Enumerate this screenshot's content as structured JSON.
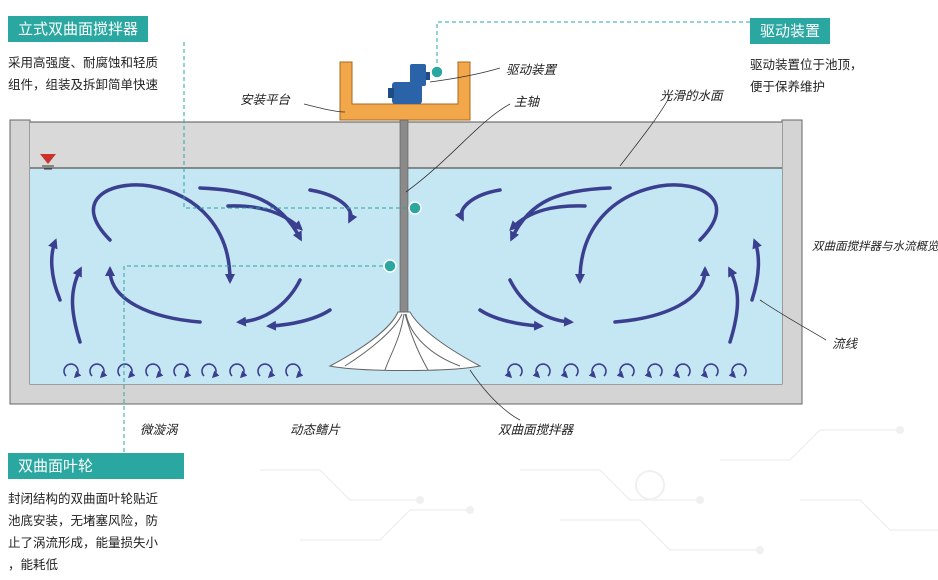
{
  "diagram_title": "双曲面搅拌器与水流概览图",
  "callouts": {
    "top_left": {
      "title": "立式双曲面搅拌器",
      "lines": [
        "采用高强度、耐腐蚀和轻质",
        "组件，组装及拆卸简单快速"
      ]
    },
    "top_right": {
      "title": "驱动装置",
      "lines": [
        "驱动装置位于池顶，",
        "便于保养维护"
      ]
    },
    "bottom_left": {
      "title": "双曲面叶轮",
      "lines": [
        "封闭结构的双曲面叶轮贴近",
        "池底安装，无堵塞风险，防",
        "止了涡流形成，能量损失小",
        "，能耗低"
      ]
    }
  },
  "labels": {
    "drive": "驱动装置",
    "platform": "安装平台",
    "shaft": "主轴",
    "water_surface": "光滑的水面",
    "streamline": "流线",
    "micro_vortex": "微漩涡",
    "fins": "动态鳍片",
    "mixer": "双曲面搅拌器"
  },
  "colors": {
    "accent": "#2aa7a1",
    "water": "#c5e6f3",
    "tank": "#d0d0d0",
    "platform": "#f2a84a",
    "motor": "#2b63a8",
    "arrow": "#3b3f8f"
  }
}
